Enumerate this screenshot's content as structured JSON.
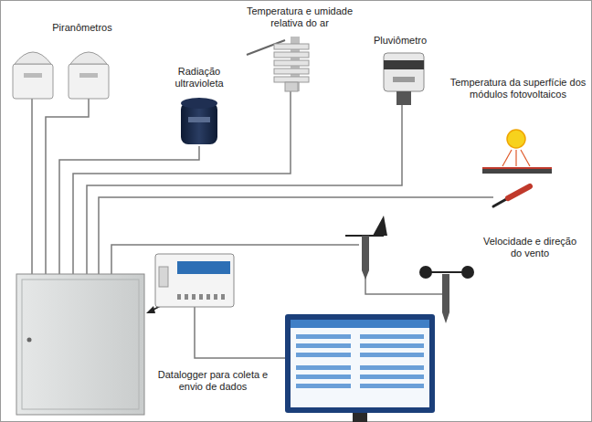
{
  "diagram": {
    "labels": [
      "Piranômetros",
      "Radiação ultravioleta",
      "Temperatura e umidade relativa do ar",
      "Pluviômetro",
      "Temperatura da superfície dos módulos fotovoltaicos",
      "Velocidade e direção do vento",
      "Datalogger para coleta e envio de dados"
    ]
  }
}
